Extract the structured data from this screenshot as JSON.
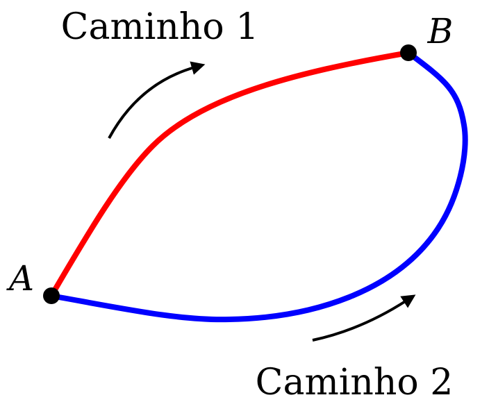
{
  "paths": [
    {
      "id": "path-1",
      "label": "Caminho 1",
      "color": "#ff0000"
    },
    {
      "id": "path-2",
      "label": "Caminho 2",
      "color": "#0000ff"
    }
  ],
  "points": [
    {
      "id": "point-a",
      "label": "A"
    },
    {
      "id": "point-b",
      "label": "B"
    }
  ],
  "arrow_color": "#000000",
  "point_color": "#000000"
}
